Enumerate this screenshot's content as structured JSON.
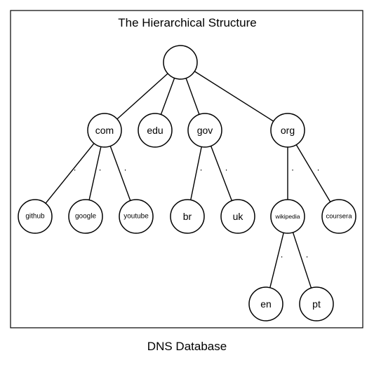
{
  "title": "The Hierarchical Structure",
  "caption": "DNS Database",
  "separator": ".",
  "root": {
    "id": "root",
    "label": ""
  },
  "nodes": [
    {
      "id": "com",
      "label": "com",
      "parent": "root"
    },
    {
      "id": "edu",
      "label": "edu",
      "parent": "root"
    },
    {
      "id": "gov",
      "label": "gov",
      "parent": "root"
    },
    {
      "id": "org",
      "label": "org",
      "parent": "root"
    },
    {
      "id": "github",
      "label": "github",
      "parent": "com"
    },
    {
      "id": "google",
      "label": "google",
      "parent": "com"
    },
    {
      "id": "youtube",
      "label": "youtube",
      "parent": "com"
    },
    {
      "id": "br",
      "label": "br",
      "parent": "gov"
    },
    {
      "id": "uk",
      "label": "uk",
      "parent": "gov"
    },
    {
      "id": "wikipedia",
      "label": "wikipedia",
      "parent": "org"
    },
    {
      "id": "coursera",
      "label": "coursera",
      "parent": "org"
    },
    {
      "id": "en",
      "label": "en",
      "parent": "wikipedia"
    },
    {
      "id": "pt",
      "label": "pt",
      "parent": "wikipedia"
    }
  ]
}
